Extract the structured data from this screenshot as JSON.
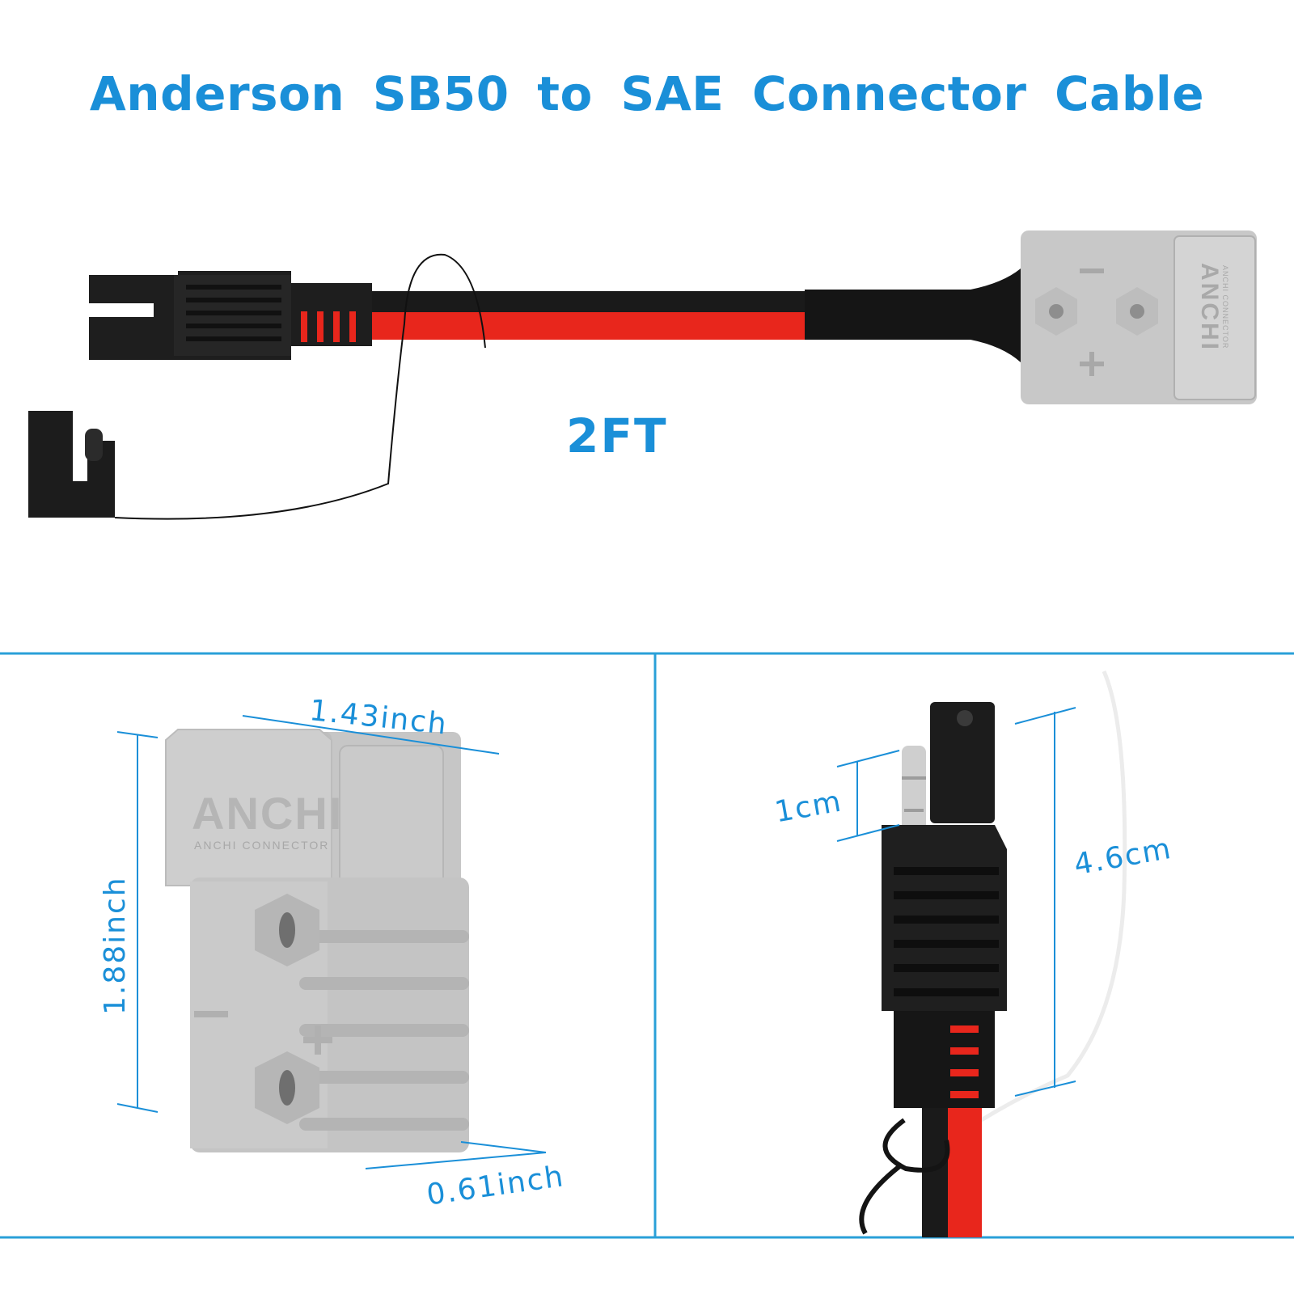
{
  "title": "Anderson SB50 to SAE Connector Cable",
  "cable_length": "2FT",
  "colors": {
    "accent": "#1a8fd8",
    "frame": "#2aa0d8",
    "anderson_gray": "#c8c8c8",
    "wire_red": "#e8261c",
    "wire_black": "#1a1a1a"
  },
  "anderson_connector": {
    "brand_text": "ANCHI",
    "sub_text": "ANCHI CONNECTOR",
    "width": "1.43inch",
    "height": "1.88inch",
    "depth": "0.61inch"
  },
  "sae_connector": {
    "pin_length": "1cm",
    "body_length": "4.6cm"
  }
}
